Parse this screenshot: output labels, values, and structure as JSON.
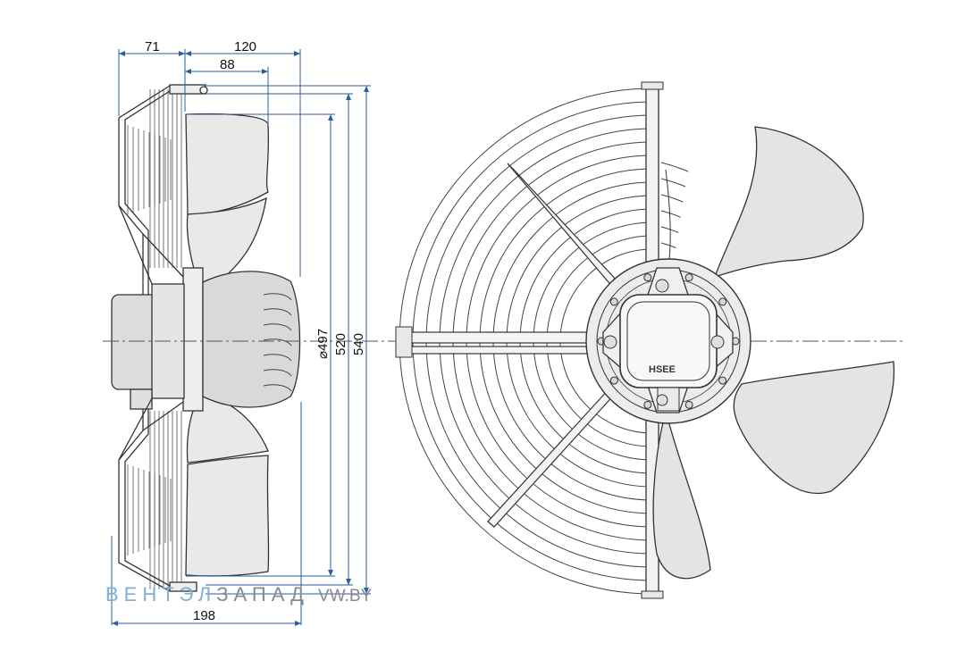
{
  "dimensions": {
    "d71": "71",
    "d120": "120",
    "d88": "88",
    "d497": "⌀497",
    "d520": "520",
    "d540": "540",
    "d198": "198"
  },
  "watermark": {
    "part1": "ВЕНТЭЛ",
    "part2": "ЗАПАД",
    "part3": "VW.BY"
  },
  "motor_label": "HSEE",
  "colors": {
    "line": "#333333",
    "dimension": "#2b5e9e",
    "fill": "#e6e6e6",
    "motor": "#d2d2d2"
  }
}
